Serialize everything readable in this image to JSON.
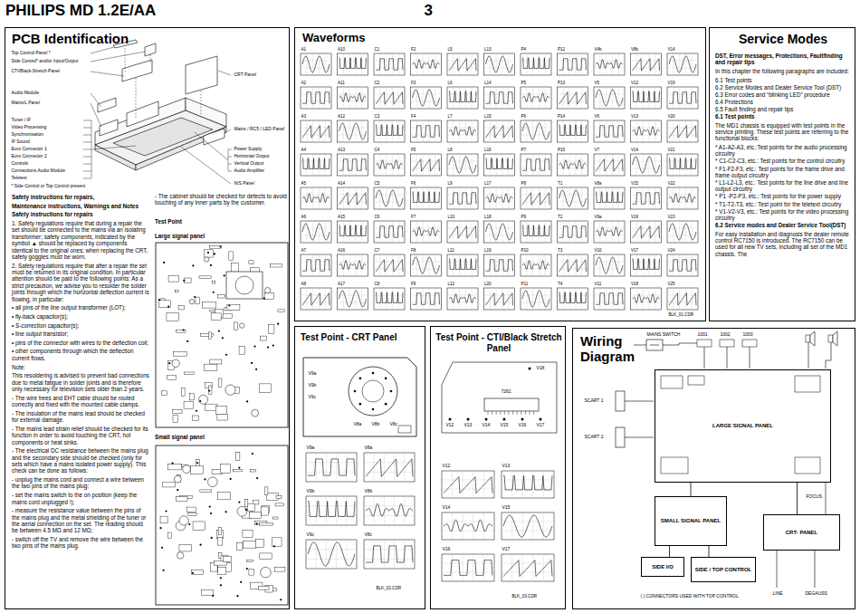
{
  "diagram": {
    "title": "PHILIPS MD 1.2E/AA",
    "nodes": [
      {
        "text": [
          "PCB Identification",
          "Safety instructions for repairs,",
          "Maintenance instructions, Warnings and Notes",
          "Safety instructions for repairs",
          "1. Safety regulations require that during a repair the set should be connected to the mains via an isolating transformer; safety components, indicated by the symbol ▲ should be replaced by components identical to the original ones; when replacing the CRT, safety goggles must be worn.",
          "2. Safety regulations require that after a repair the set must be returned in its original condition. In particular attention should be paid to the following points: As a strict precaution, we advise you to resolder the solder joints through which the horizontal deflection current is flowing, in particular:",
          "• all pins of the line output transformer (LOT);",
          "• fly-back capacitor(s);",
          "• S-correction capacitor(s);",
          "• line output transistor;",
          "• pins of the connector with wires to the deflection coil;",
          "• other components through which the deflection current flows.",
          "Note:",
          "This resoldering is advised to prevent bad connections due to metal fatigue in solder joints and is therefore only necessary for television sets older than 2 years.",
          "- The wire trees and EHT cable should be routed correctly and fixed with the mounted cable clamps.",
          "- The insulation of the mains lead should be checked for external damage.",
          "- The mains lead strain relief should be checked for its function in order to avoid touching the CRT, hot components or heat sinks.",
          "- The electrical DC resistance between the mains plug and the secondary side should be checked (only for sets which have a mains isolated power supply). This check can be done as follows:",
          "- unplug the mains cord and connect a wire between the two pins of the mains plug;",
          "- set the mains switch to the on position (keep the mains cord unplugged !);",
          "- measure the resistance value between the pins of the mains plug and the metal shielding of the tuner or the aerial connection on the set. The reading should be between 4.5 MΩ and 12 MΩ;",
          "- switch off the TV and remove the wire between the two pins of the mains plug.",
          "- The cabinet should be checked for defects to avoid touching of any inner parts by the customer.",
          "Test Point",
          "Large signal panel",
          "Small signal panel"
        ]
      },
      {
        "text": [
          "Waveforms"
        ]
      },
      {
        "text": [
          "Service Modes",
          "DST, Error messages, Protections, Faultfinding and repair tips",
          "In this chapter the following paragraphs are included:",
          "6.1 Test points",
          "6.2 Service Modes and Dealer Service Tool (DST)",
          "6.3 Error codes and “blinking LED” procedure",
          "6.4 Protections",
          "6.5 Fault finding and repair tips",
          "6.1 Test points",
          "The MD1 chassis is equipped with test points in the service printing. These test points are referring to the functional blocks:",
          "* A1-A2-A3, etc.:Test points for the audio processing circuitry",
          "* C1-C2-C3, etc.: Test points for the control circuitry",
          "* F1-F2-F3, etc.: Test points for the frame drive and frame output circuitry",
          "* L1-L2-L3, etc.: Test points for the line drive and line output circuitry",
          "* P1 -P2-P3, etc.: Test points for the power supply",
          "* T1-T2-T3, etc.: Test point for the teletext circuitry",
          "* V1-V2-V3, etc.: Test points for the video processing circuitry",
          "6.2 Service modes and Dealer Service Tool(DST)",
          "For easy installation and diagnosis the dealer remote control RC7150 is introduced. The RC7150 can be used for all new TV sets, including all set of the MD1 chassis. The"
        ]
      },
      {
        "text": [
          "Test Point - CRT Panel"
        ]
      },
      {
        "text": [
          "Test Point - CTI/Black Stretch Panel"
        ]
      },
      {
        "text": [
          "Wiring Diagram"
        ]
      },
      {
        "text": [
          "LARGE SIGNAL PANEL"
        ],
        "in": 5
      },
      {
        "text": [
          "SMALL SIGNAL PANEL"
        ],
        "in": 5
      },
      {
        "text": [
          "CRT- PANEL"
        ],
        "in": 5
      },
      {
        "text": [
          "SIDE I/O"
        ],
        "in": 5
      },
      {
        "text": [
          "SIDE / TOP CONTROL"
        ],
        "in": 5
      }
    ],
    "edges": [
      {
        "from": 7,
        "to": 6,
        "arrow": "none"
      },
      {
        "from": 6,
        "to": 8,
        "arrow": "none"
      },
      {
        "from": 7,
        "to": 9,
        "arrow": "none"
      },
      {
        "from": 7,
        "to": 10,
        "arrow": "none"
      }
    ],
    "labels": [
      "3",
      "Top Control Panel *",
      "Side Control* and/or Input/Output",
      "CTI/Black-Stretch Panel",
      "Audio Module",
      "Mains/L Panel",
      "Tuner / IF",
      "Video Processing",
      "Synchronisation",
      "IF Sound",
      "Euro Connector 1",
      "Euro Connector 2",
      "Controls",
      "Connections Audio Module",
      "Teletext",
      "* Side Control or Top Control present",
      "CRT Panel",
      "Mains / RC5 / LED Panel",
      "Power Supply",
      "Horizontal Output",
      "Vertical Output",
      "Audio Amplifier",
      "N/S Panel",
      "A1",
      "A2",
      "A3",
      "A4",
      "A5",
      "A6",
      "A7",
      "A8",
      "A10",
      "A11",
      "A12",
      "A13",
      "A14",
      "A15",
      "A16",
      "A17",
      "C1",
      "C2",
      "C3",
      "C4",
      "C5",
      "C6",
      "C7",
      "C8",
      "F2",
      "F3",
      "F4",
      "F5",
      "F6",
      "F7",
      "F8",
      "F9",
      "L5",
      "L6",
      "L7",
      "L8",
      "L9",
      "L10",
      "L11",
      "L12",
      "L13",
      "L14",
      "L15",
      "L16",
      "L17",
      "L18",
      "L19",
      "L20",
      "P4",
      "P5",
      "P6",
      "P7",
      "P8",
      "P9",
      "P10",
      "P11",
      "P12",
      "P13",
      "P14",
      "P15",
      "T1",
      "T2",
      "T3",
      "T4",
      "V4b",
      "V5",
      "V6",
      "V7",
      "V8a",
      "V9a",
      "V10",
      "V11",
      "V8b",
      "V12",
      "V13",
      "V14",
      "V15",
      "V16",
      "V17",
      "V18",
      "V14",
      "V19",
      "V20",
      "V21",
      "V22",
      "V23",
      "V24",
      "V25",
      "BLK_01.CDR",
      "V9a",
      "V9b",
      "V9c",
      "V8a",
      "V8b",
      "V8c",
      "V9a",
      "V8a",
      "V9b",
      "V8b",
      "V9c",
      "V8c",
      "BLK_02.CDR",
      "V18",
      "7261",
      "V12",
      "V13",
      "V14",
      "V15",
      "V16",
      "V17",
      "V12",
      "V13",
      "V14",
      "V15",
      "V16",
      "V17",
      "BLK_03.CDR",
      "MAINS SWITCH",
      "1001",
      "1002",
      "1003",
      "SCART 1",
      "SCART 2",
      "FOCUS",
      "LINE",
      "DEGAUSS",
      "( ) CONNECTORS USED WITH TOP CONTROL"
    ]
  }
}
